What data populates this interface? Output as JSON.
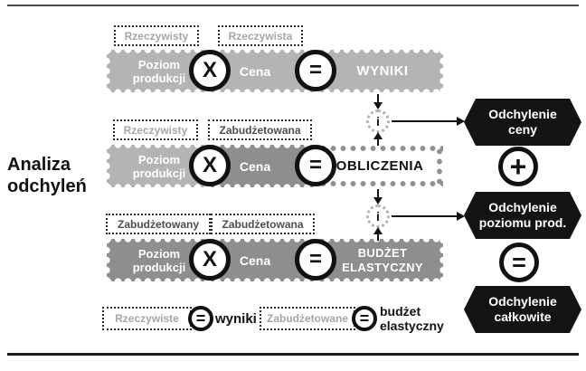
{
  "title": {
    "line1": "Analiza",
    "line2": "odchyleń"
  },
  "rows": {
    "actual": {
      "qty_label": "Rzeczywisty",
      "price_label": "Rzeczywista",
      "factor1_l1": "Poziom",
      "factor1_l2": "produkcji",
      "multiply": "X",
      "factor2": "Cena",
      "equals": "=",
      "result": "WYNIKI"
    },
    "mixed": {
      "qty_label": "Rzeczywisty",
      "price_label": "Zabudżetowana",
      "factor1_l1": "Poziom",
      "factor1_l2": "produkcji",
      "multiply": "X",
      "factor2": "Cena",
      "equals": "=",
      "result": "OBLICZENIA"
    },
    "budget": {
      "qty_label": "Zabudżetowany",
      "price_label": "Zabudżetowana",
      "factor1_l1": "Poziom",
      "factor1_l2": "produkcji",
      "multiply": "X",
      "factor2": "Cena",
      "equals": "=",
      "result_l1": "BUDŻET",
      "result_l2": "ELASTYCZNY"
    }
  },
  "connectors": {
    "info1": "i",
    "info2": "i"
  },
  "variances": {
    "price": {
      "line1": "Odchylenie",
      "line2": "ceny"
    },
    "plus": "+",
    "volume": {
      "line1": "Odchylenie",
      "line2": "poziomu prod."
    },
    "equals": "=",
    "total": {
      "line1": "Odchylenie",
      "line2": "całkowite"
    }
  },
  "legend": {
    "actual": {
      "box_label": "Rzeczywiste",
      "equals": "=",
      "value": "wyniki"
    },
    "budget": {
      "box_label": "Zabudżetowane",
      "equals": "=",
      "value_l1": "budżet",
      "value_l2": "elastyczny"
    }
  },
  "colors": {
    "bar_light": "#b4b4b4",
    "bar_mid": "#8e8e8e",
    "badge_black": "#141414",
    "muted_label": "#a6a6a6"
  }
}
